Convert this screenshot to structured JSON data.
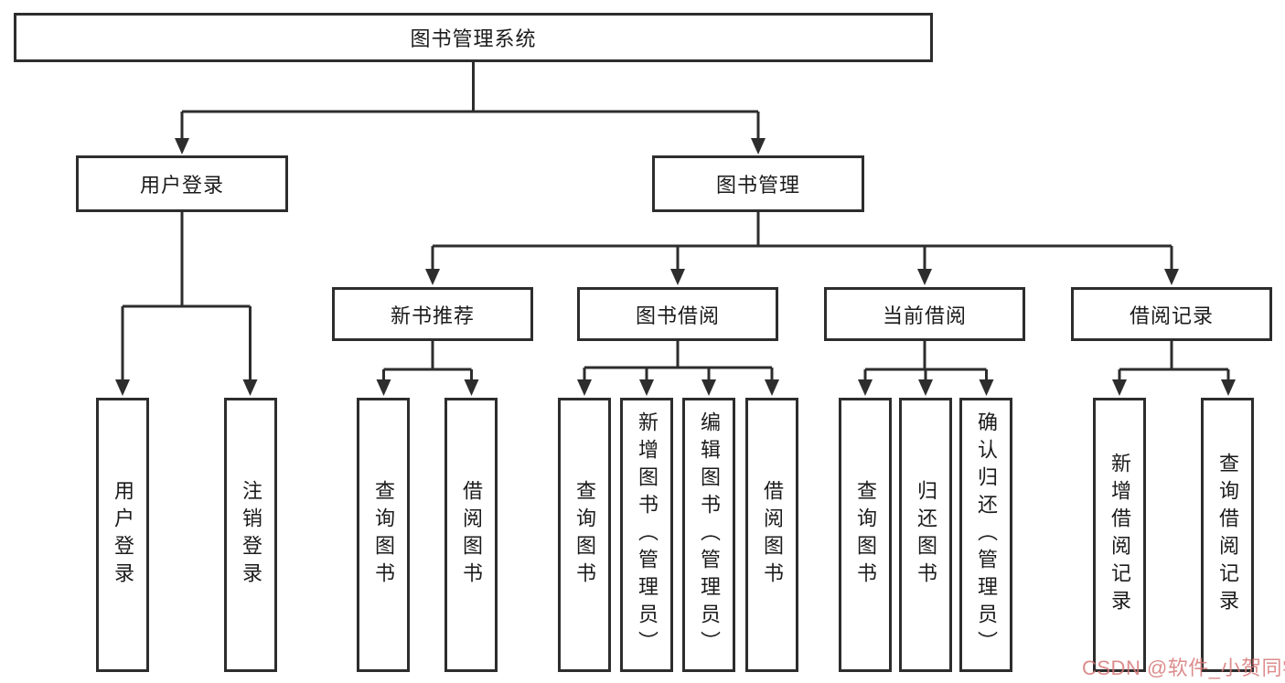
{
  "diagram": {
    "root_label": "图书管理系统",
    "nodes": {
      "user_login": "用户登录",
      "book_management": "图书管理",
      "new_book_recommend": "新书推荐",
      "book_borrow": "图书借阅",
      "current_borrow": "当前借阅",
      "borrow_records": "借阅记录"
    },
    "leaves": {
      "user_login": [
        "用户登录",
        "注销登录"
      ],
      "new_book_recommend": [
        "查询图书",
        "借阅图书"
      ],
      "book_borrow": [
        "查询图书",
        "新增图书（管理员）",
        "编辑图书（管理员）",
        "借阅图书"
      ],
      "current_borrow": [
        "查询图书",
        "归还图书",
        "确认归还（管理员）"
      ],
      "borrow_records": [
        "新增借阅记录",
        "查询借阅记录"
      ]
    }
  },
  "watermark": {
    "text": "CSDN @软件_小贺同学",
    "color": "#d67878"
  },
  "colors": {
    "line": "#2d2d2d",
    "border": "#2d2d2d",
    "text": "#1b1b1b",
    "background": "#ffffff"
  }
}
